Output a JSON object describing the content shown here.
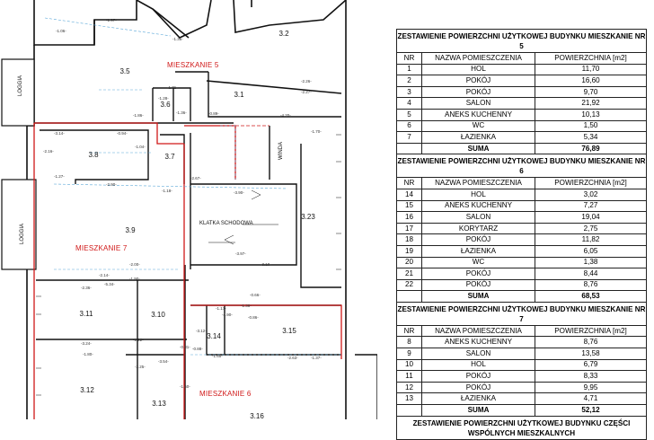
{
  "plan": {
    "apartments": [
      {
        "id": "m5",
        "label": "MIESZKANIE 5"
      },
      {
        "id": "m6",
        "label": "MIESZKANIE 6"
      },
      {
        "id": "m7",
        "label": "MIESZKANIE 7"
      }
    ],
    "rooms": [
      "3.2",
      "3.5",
      "3.6",
      "3.1",
      "3.8",
      "3.7",
      "3.9",
      "3.23",
      "3.11",
      "3.10",
      "3.14",
      "3.15",
      "3.12",
      "3.13",
      "3.16"
    ],
    "labels": {
      "loggia_top": "LOGGIA",
      "loggia_left": "LOGGIA",
      "stairs": "KLATKA SCHODOWA",
      "lift": "WINDA"
    },
    "dimensions": [
      "-1.97-",
      "-1.06-",
      "-1.36-",
      "-2.26-",
      "-2.27-",
      "-1.71-",
      "-1.28-",
      "-1.36-",
      "-1.86-",
      "-0.89-",
      "-4.20-",
      "-1.70-",
      "-3.14-",
      "-0.94-",
      "-2.16-",
      "-1.04-",
      "-2.67-",
      "-1.27-",
      "-2.90-",
      "-1.18-",
      "-3.90-",
      "-3.97-",
      "-2.00-",
      "-2.14-",
      "-1.90-",
      "-2.36-",
      "-3.24-",
      "-1.17-",
      "-1.65-",
      "-2.63-",
      "-3.10-",
      "-0.66-",
      "-4.90-",
      "-1.37-",
      "-0.81-",
      "-1.80-",
      "-3.25-",
      "-0.86-",
      "-1.60-",
      "-3.54-",
      "-3.12-",
      "-1.22-",
      "-0.88-",
      "-1.38-",
      "-5.34-"
    ]
  },
  "tables": [
    {
      "title": "ZESTAWIENIE POWIERZCHNI UŻYTKOWEJ BUDYNKU MIESZKANIE NR 5",
      "headers": [
        "NR",
        "NAZWA POMIESZCZENIA",
        "POWIERZCHNIA [m2]"
      ],
      "rows": [
        [
          "1",
          "HOL",
          "11,70"
        ],
        [
          "2",
          "POKÓJ",
          "16,60"
        ],
        [
          "3",
          "POKÓJ",
          "9,70"
        ],
        [
          "4",
          "SALON",
          "21,92"
        ],
        [
          "5",
          "ANEKS KUCHENNY",
          "10,13"
        ],
        [
          "6",
          "WC",
          "1,50"
        ],
        [
          "7",
          "ŁAZIENKA",
          "5,34"
        ]
      ],
      "total_label": "SUMA",
      "total": "76,89"
    },
    {
      "title": "ZESTAWIENIE POWIERZCHNI UŻYTKOWEJ BUDYNKU MIESZKANIE NR 6",
      "headers": [
        "NR",
        "NAZWA POMIESZCZENIA",
        "POWIERZCHNIA [m2]"
      ],
      "rows": [
        [
          "14",
          "HOL",
          "3,02"
        ],
        [
          "15",
          "ANEKS KUCHENNY",
          "7,27"
        ],
        [
          "16",
          "SALON",
          "19,04"
        ],
        [
          "17",
          "KORYTARZ",
          "2,75"
        ],
        [
          "18",
          "POKÓJ",
          "11,82"
        ],
        [
          "19",
          "ŁAZIENKA",
          "6,05"
        ],
        [
          "20",
          "WC",
          "1,38"
        ],
        [
          "21",
          "POKÓJ",
          "8,44"
        ],
        [
          "22",
          "POKÓJ",
          "8,76"
        ]
      ],
      "total_label": "SUMA",
      "total": "68,53"
    },
    {
      "title": "ZESTAWIENIE POWIERZCHNI UŻYTKOWEJ BUDYNKU MIESZKANIE NR 7",
      "headers": [
        "NR",
        "NAZWA POMIESZCZENIA",
        "POWIERZCHNIA [m2]"
      ],
      "rows": [
        [
          "8",
          "ANEKS KUCHENNY",
          "8,76"
        ],
        [
          "9",
          "SALON",
          "13,58"
        ],
        [
          "10",
          "HOL",
          "6,79"
        ],
        [
          "11",
          "POKÓJ",
          "8,33"
        ],
        [
          "12",
          "POKÓJ",
          "9,95"
        ],
        [
          "13",
          "ŁAZIENKA",
          "4,71"
        ]
      ],
      "total_label": "SUMA",
      "total": "52,12"
    },
    {
      "title": "ZESTAWIENIE POWIERZCHNI UŻYTKOWEJ BUDYNKU CZĘŚCI WSPÓLNYCH MIESZKALNYCH",
      "headers": [],
      "rows": [],
      "total_label": "",
      "total": ""
    }
  ]
}
